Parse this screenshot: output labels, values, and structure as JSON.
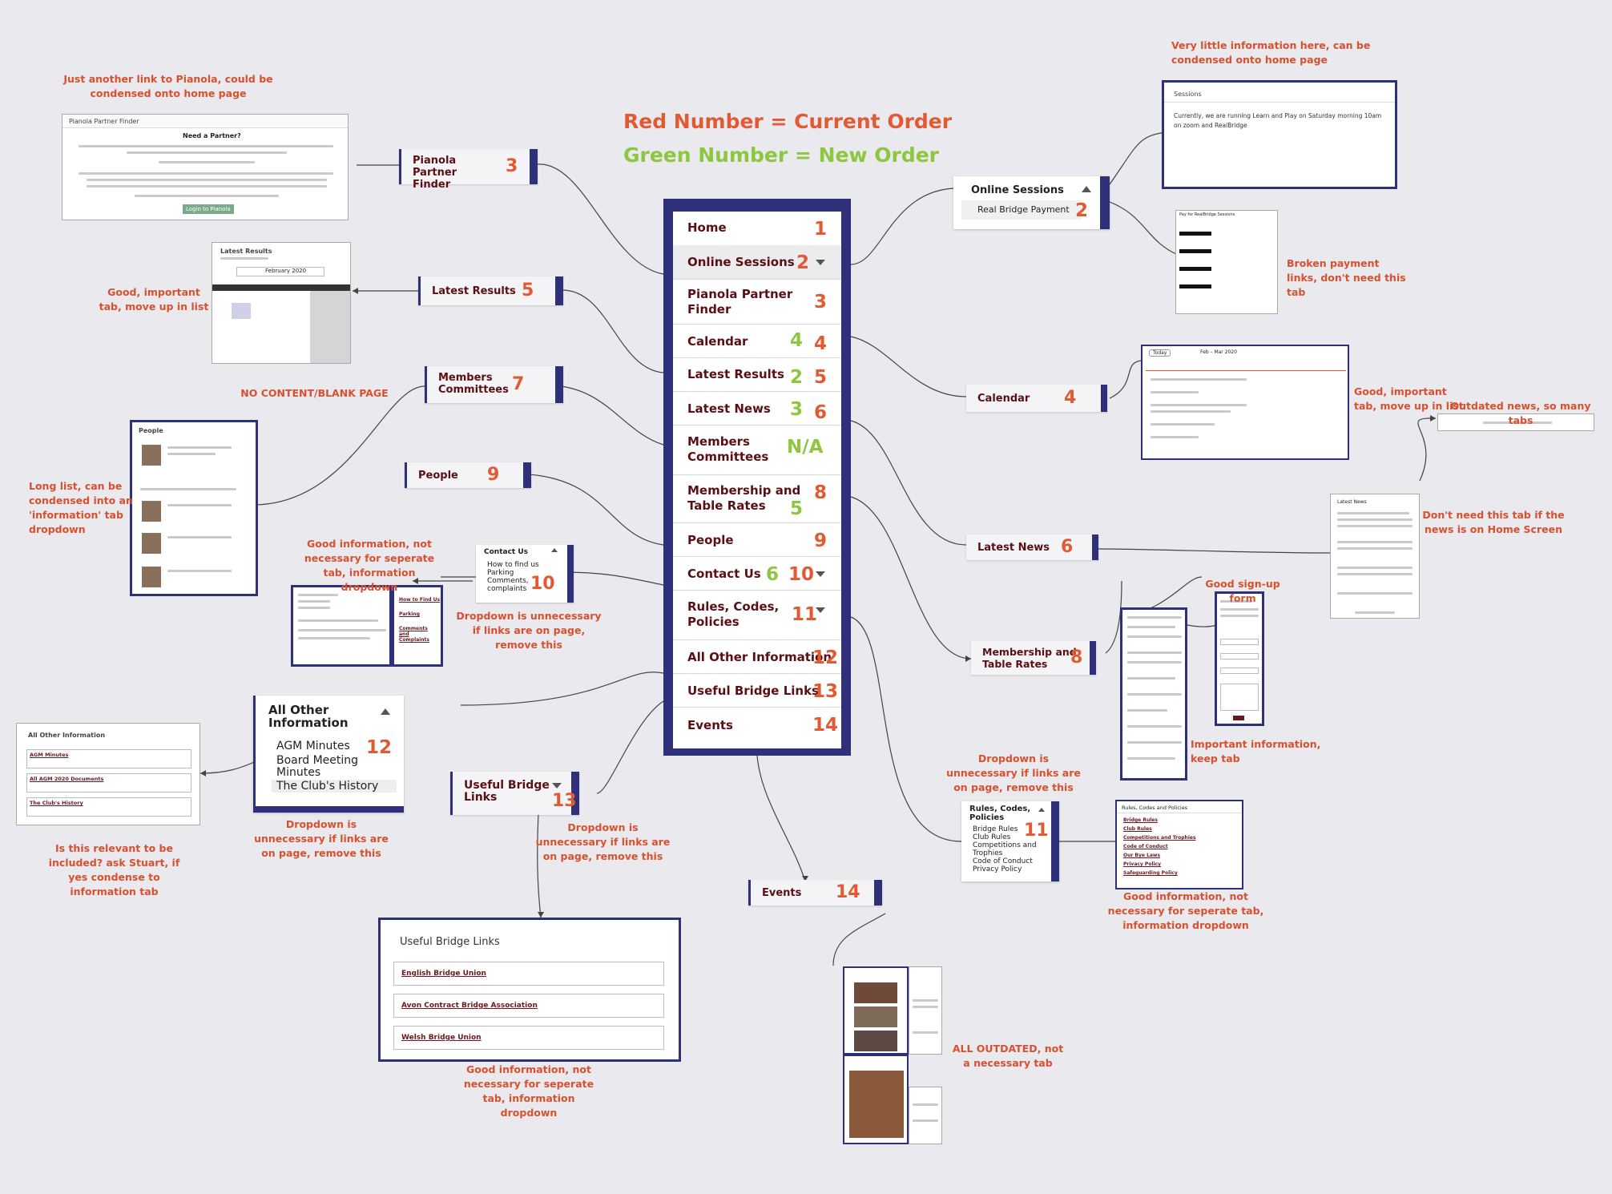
{
  "legend": {
    "red": "Red Number = Current Order",
    "green": "Green Number = New Order",
    "red_color": "#e15a33",
    "green_color": "#8dc63f"
  },
  "menu": {
    "items": [
      {
        "label": "Home",
        "red": "1",
        "green": ""
      },
      {
        "label": "Online Sessions",
        "red": "2",
        "green": ""
      },
      {
        "label": "Pianola Partner Finder",
        "red": "3",
        "green": ""
      },
      {
        "label": "Calendar",
        "red": "4",
        "green": "4"
      },
      {
        "label": "Latest Results",
        "red": "5",
        "green": "2"
      },
      {
        "label": "Latest News",
        "red": "6",
        "green": "3"
      },
      {
        "label": "Members Committees",
        "red": "",
        "green": "N/A"
      },
      {
        "label": "Membership and Table Rates",
        "red": "8",
        "green": "5"
      },
      {
        "label": "People",
        "red": "9",
        "green": ""
      },
      {
        "label": "Contact Us",
        "red": "10",
        "green": "6"
      },
      {
        "label": "Rules, Codes, Policies",
        "red": "11",
        "green": ""
      },
      {
        "label": "All Other Information",
        "red": "12",
        "green": ""
      },
      {
        "label": "Useful Bridge Links",
        "red": "13",
        "green": ""
      },
      {
        "label": "Events",
        "red": "14",
        "green": ""
      }
    ]
  },
  "tabs": {
    "pianola": {
      "label": "Pianola Partner Finder",
      "num": "3"
    },
    "results": {
      "label": "Latest Results",
      "num": "5"
    },
    "members": {
      "label": "Members Committees",
      "num": "7"
    },
    "people": {
      "label": "People",
      "num": "9"
    },
    "contact": {
      "label": "Contact Us",
      "num": "10",
      "sub": "How to find us\nParking\nComments, complaints"
    },
    "online": {
      "label": "Online Sessions",
      "num": "2",
      "sub": "Real Bridge Payment"
    },
    "calendar": {
      "label": "Calendar",
      "num": "4"
    },
    "news": {
      "label": "Latest News",
      "num": "6"
    },
    "membership": {
      "label": "Membership and Table Rates",
      "num": "8"
    },
    "rules": {
      "label": "Rules, Codes, Policies",
      "num": "11",
      "sub": "Bridge Rules\nClub Rules\nCompetitions and Trophies\nCode of Conduct\nPrivacy Policy"
    },
    "events": {
      "label": "Events",
      "num": "14"
    },
    "other": {
      "label": "All Other Information",
      "num": "12",
      "subs": [
        "AGM Minutes",
        "Board Meeting Minutes",
        "The Club's History"
      ]
    },
    "links": {
      "label": "Useful Bridge Links",
      "num": "13"
    }
  },
  "notes": {
    "pianola": "Just another link to Pianola, could be condensed onto home page",
    "results": "Good, important tab, move up in list",
    "members": "NO CONTENT/BLANK PAGE",
    "people": "Long list, can be condensed into an 'information' tab dropdown",
    "contact_top": "Good information, not necessary for seperate tab, information dropdown",
    "contact_bottom": "Dropdown is unnecessary if links are on page, remove this",
    "other_bottom": "Dropdown is unnecessary if links are on page, remove this",
    "other_left": "Is this relevant to be included? ask Stuart, if yes condense to information tab",
    "links_right": "Dropdown is unnecessary if links are on page, remove this",
    "links_bottom": "Good information, not necessary for seperate tab, information dropdown",
    "events": "ALL OUTDATED, not a necessary tab",
    "online": "Very little information here, can be condensed onto home page",
    "payment": "Broken payment links, don't need this tab",
    "calendar": "Good, important tab, move up in list",
    "outdated": "Outdated news, so many tabs",
    "news": "Don't need this tab if the news is on Home Screen",
    "signup": "Good sign-up form",
    "membership": "Important information, keep tab",
    "rules_top": "Dropdown is unnecessary if links are on page, remove this",
    "rules_bottom": "Good information, not necessary for seperate tab, information dropdown"
  },
  "thumbs": {
    "pianola": {
      "title": "Pianola Partner Finder",
      "heading": "Need a Partner?",
      "button": "Login to Pianola"
    },
    "results": {
      "title": "Latest Results",
      "month": "February 2020"
    },
    "people": {
      "title": "People"
    },
    "sessions": {
      "title": "Sessions",
      "body": "Currently, we are running Learn and Play on Saturday morning 10am on zoom and RealBridge"
    },
    "payment": {
      "title": "Pay for RealBridge Sessions"
    },
    "calendar": {
      "range": "Feb – Mar 2020",
      "today": "Today"
    },
    "latest_news": {
      "title": "Latest News"
    },
    "other_info": {
      "title": "All Other Information",
      "items": [
        "AGM Minutes",
        "All AGM 2020 Documents",
        "The Club's History"
      ]
    },
    "useful_links": {
      "title": "Useful Bridge Links",
      "items": [
        "English Bridge Union",
        "Avon Contract Bridge Association",
        "Welsh Bridge Union"
      ]
    },
    "rules_page": {
      "title": "Rules, Codes and Policies",
      "items": [
        "Bridge Rules",
        "Club Rules",
        "Competitions and Trophies",
        "Code of Conduct",
        "Our Bye Laws",
        "Privacy Policy",
        "Safeguarding Policy"
      ]
    },
    "contact_page": {
      "links": [
        "How to Find Us",
        "Parking",
        "Comments and Complaints"
      ]
    }
  }
}
